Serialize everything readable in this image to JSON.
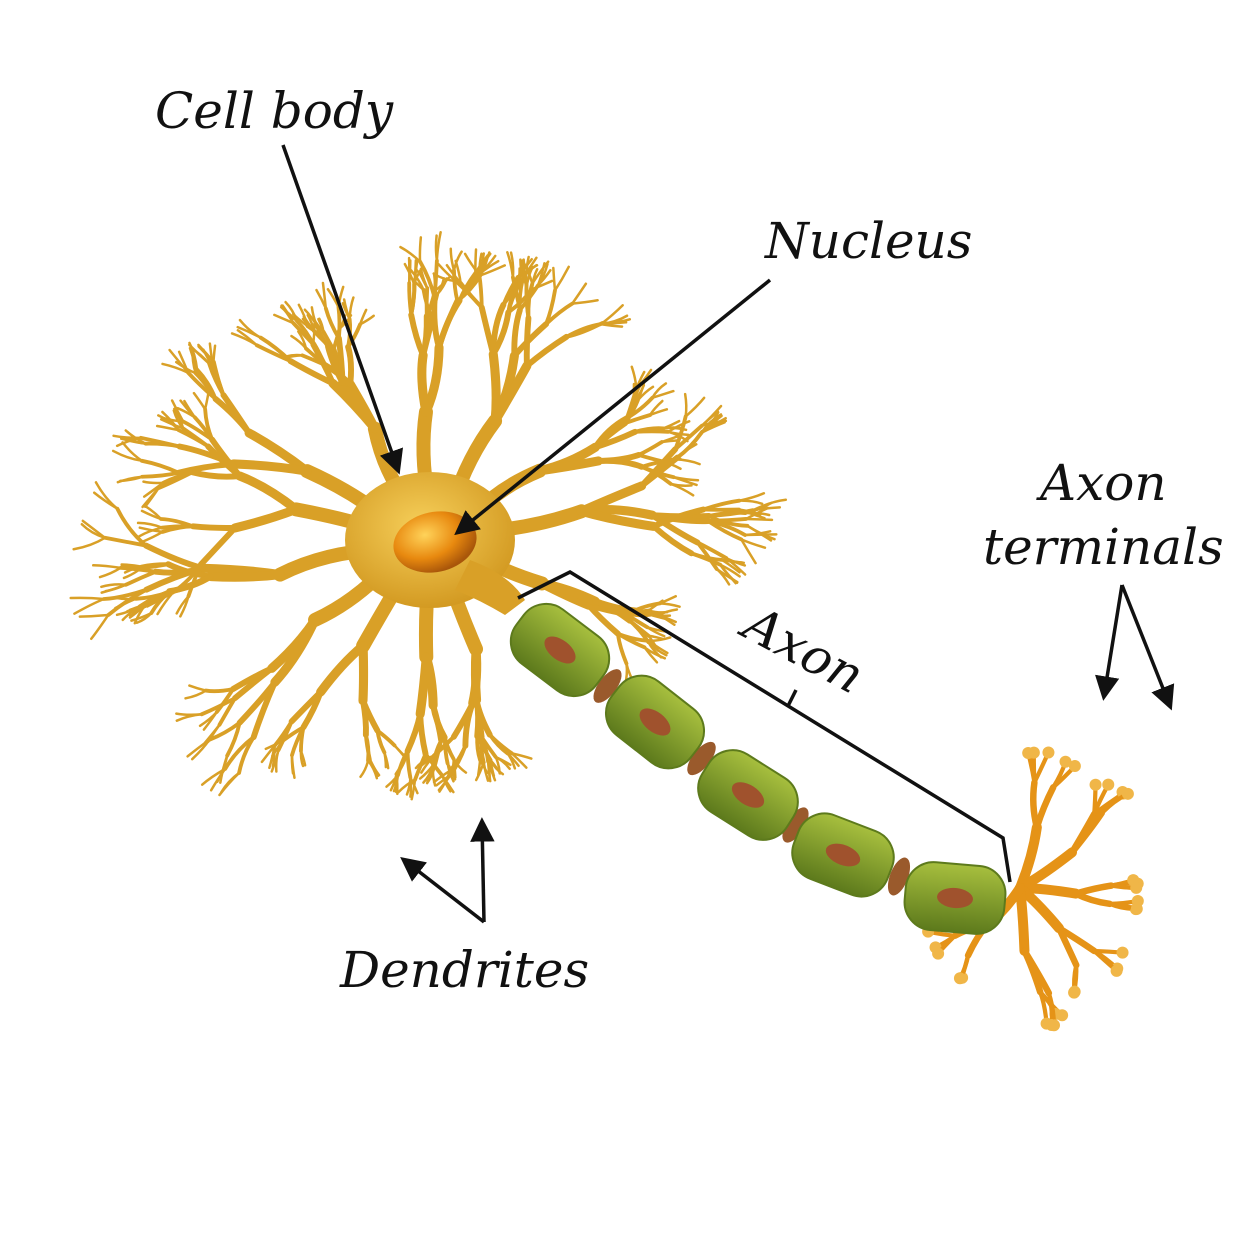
{
  "labels": {
    "cell_body": "Cell body",
    "nucleus": "Nucleus",
    "axon": "Axon",
    "axon_terminals_line1": "Axon",
    "axon_terminals_line2": "terminals",
    "dendrites": "Dendrites"
  },
  "colors": {
    "dendrite": "#d9a027",
    "dendrite_dark": "#a8731a",
    "nucleus": "#e8890f",
    "myelin": "#8aa52c",
    "myelin_dark": "#5d7a1c",
    "myelin_nucleus": "#a0522d",
    "node": "#9a5a2c",
    "terminal": "#e59317"
  }
}
